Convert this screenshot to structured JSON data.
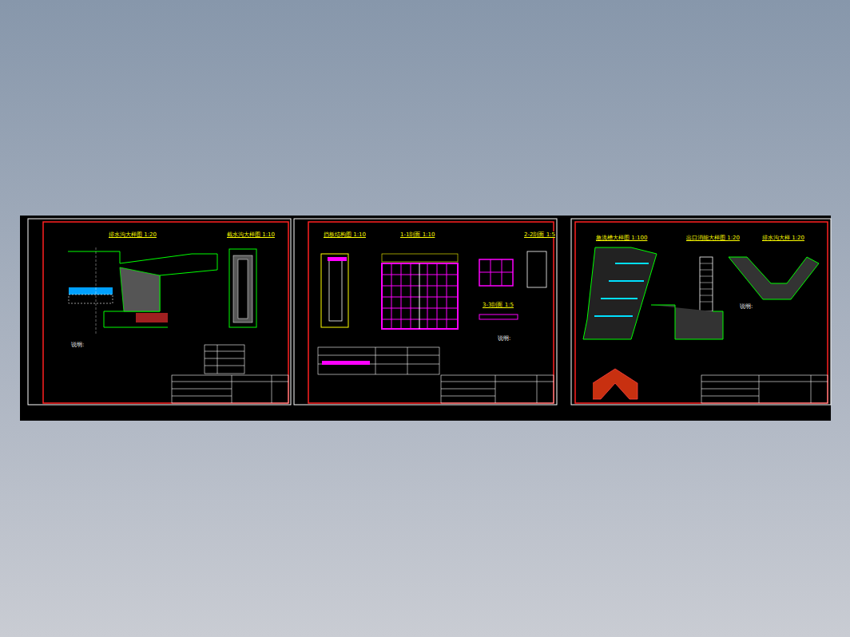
{
  "diagram": {
    "labels": [
      "排水沟大样图 1:20",
      "截水沟大样图 1:10",
      "说明:",
      "挡板结构图 1:10",
      "1-1剖面 1:10",
      "2-2剖面 1:5",
      "3-3剖面 1:5",
      "说明:",
      "急流槽大样图 1:100",
      "出口消能大样图 1:20",
      "排水沟大样 1:20",
      "说明:"
    ]
  }
}
